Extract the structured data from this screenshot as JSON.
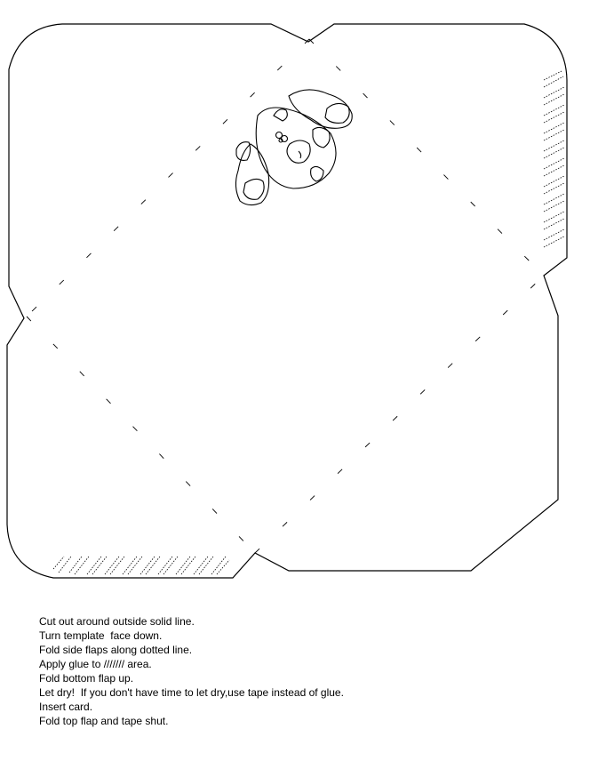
{
  "instructions": [
    "Cut out around outside solid line.",
    "Turn template  face down.",
    "Fold side flaps along dotted line.",
    "Apply glue to /////// area.",
    "Fold bottom flap up.",
    "Let dry!  If you don't have time to let dry,use tape instead of glue.",
    "Insert card.",
    "Fold top flap and tape shut."
  ],
  "colors": {
    "ink": "#000000",
    "paper": "#ffffff"
  },
  "icons": {
    "character": "blue-dog-character-icon"
  }
}
